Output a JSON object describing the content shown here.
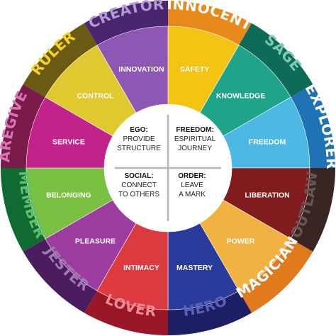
{
  "segments": [
    {
      "outer": "INNOCENT",
      "inner": "SAFETY",
      "outer_color": "#e8891c",
      "inner_color": "#f5c311",
      "outer_text_color": "#ffffff"
    },
    {
      "outer": "SAGE",
      "inner": "KNOWLEDGE",
      "outer_color": "#0e6b57",
      "inner_color": "#1fa489",
      "outer_text_color": "#7cc9b5"
    },
    {
      "outer": "EXPLORER",
      "inner": "FREEDOM",
      "outer_color": "#1f73b4",
      "inner_color": "#4cb8e4",
      "outer_text_color": "#ffffff"
    },
    {
      "outer": "OUTLAW",
      "inner": "LIBERATION",
      "outer_color": "#3a2525",
      "inner_color": "#801c1e",
      "outer_text_color": "#6b5656"
    },
    {
      "outer": "MAGICIAN",
      "inner": "POWER",
      "outer_color": "#e07a1c",
      "inner_color": "#f0b240",
      "outer_text_color": "#ffffff"
    },
    {
      "outer": "HERO",
      "inner": "MASTERY",
      "outer_color": "#1c1f63",
      "inner_color": "#2a3b9c",
      "outer_text_color": "#5961b8"
    },
    {
      "outer": "LOVER",
      "inner": "INTIMACY",
      "outer_color": "#9a1727",
      "inner_color": "#dd3a3f",
      "outer_text_color": "#f08a91"
    },
    {
      "outer": "JESTER",
      "inner": "PLEASURE",
      "outer_color": "#4b1d5e",
      "inner_color": "#9c3d9f",
      "outer_text_color": "#a179b5"
    },
    {
      "outer": "MEMBER",
      "inner": "BELONGING",
      "outer_color": "#0f6b31",
      "inner_color": "#7ac143",
      "outer_text_color": "#5fc06f"
    },
    {
      "outer": "CAREGIVER",
      "inner": "SERVICE",
      "outer_color": "#7a1b4c",
      "inner_color": "#c2238a",
      "outer_text_color": "#d776b4"
    },
    {
      "outer": "RULER",
      "inner": "CONTROL",
      "outer_color": "#6b5a12",
      "inner_color": "#e0c92e",
      "outer_text_color": "#f5d424"
    },
    {
      "outer": "CREATOR",
      "inner": "INNOVATION",
      "outer_color": "#4a2670",
      "inner_color": "#8e57b3",
      "outer_text_color": "#b39ad1"
    }
  ],
  "center": {
    "quadrants": [
      {
        "head": "EGO:",
        "lines": [
          "PROVIDE",
          "STRUCTURE"
        ]
      },
      {
        "head": "FREEDOM:",
        "lines": [
          "ESPIRITUAL",
          "JOURNEY"
        ]
      },
      {
        "head": "SOCIAL:",
        "lines": [
          "CONNECT",
          "TO OTHERS"
        ]
      },
      {
        "head": "ORDER:",
        "lines": [
          "LEAVE",
          "A MARK"
        ]
      }
    ]
  },
  "colors": {
    "center_fill": "#ffffff",
    "divider": "#b5b5b5",
    "segment_border": "#ffffff"
  }
}
